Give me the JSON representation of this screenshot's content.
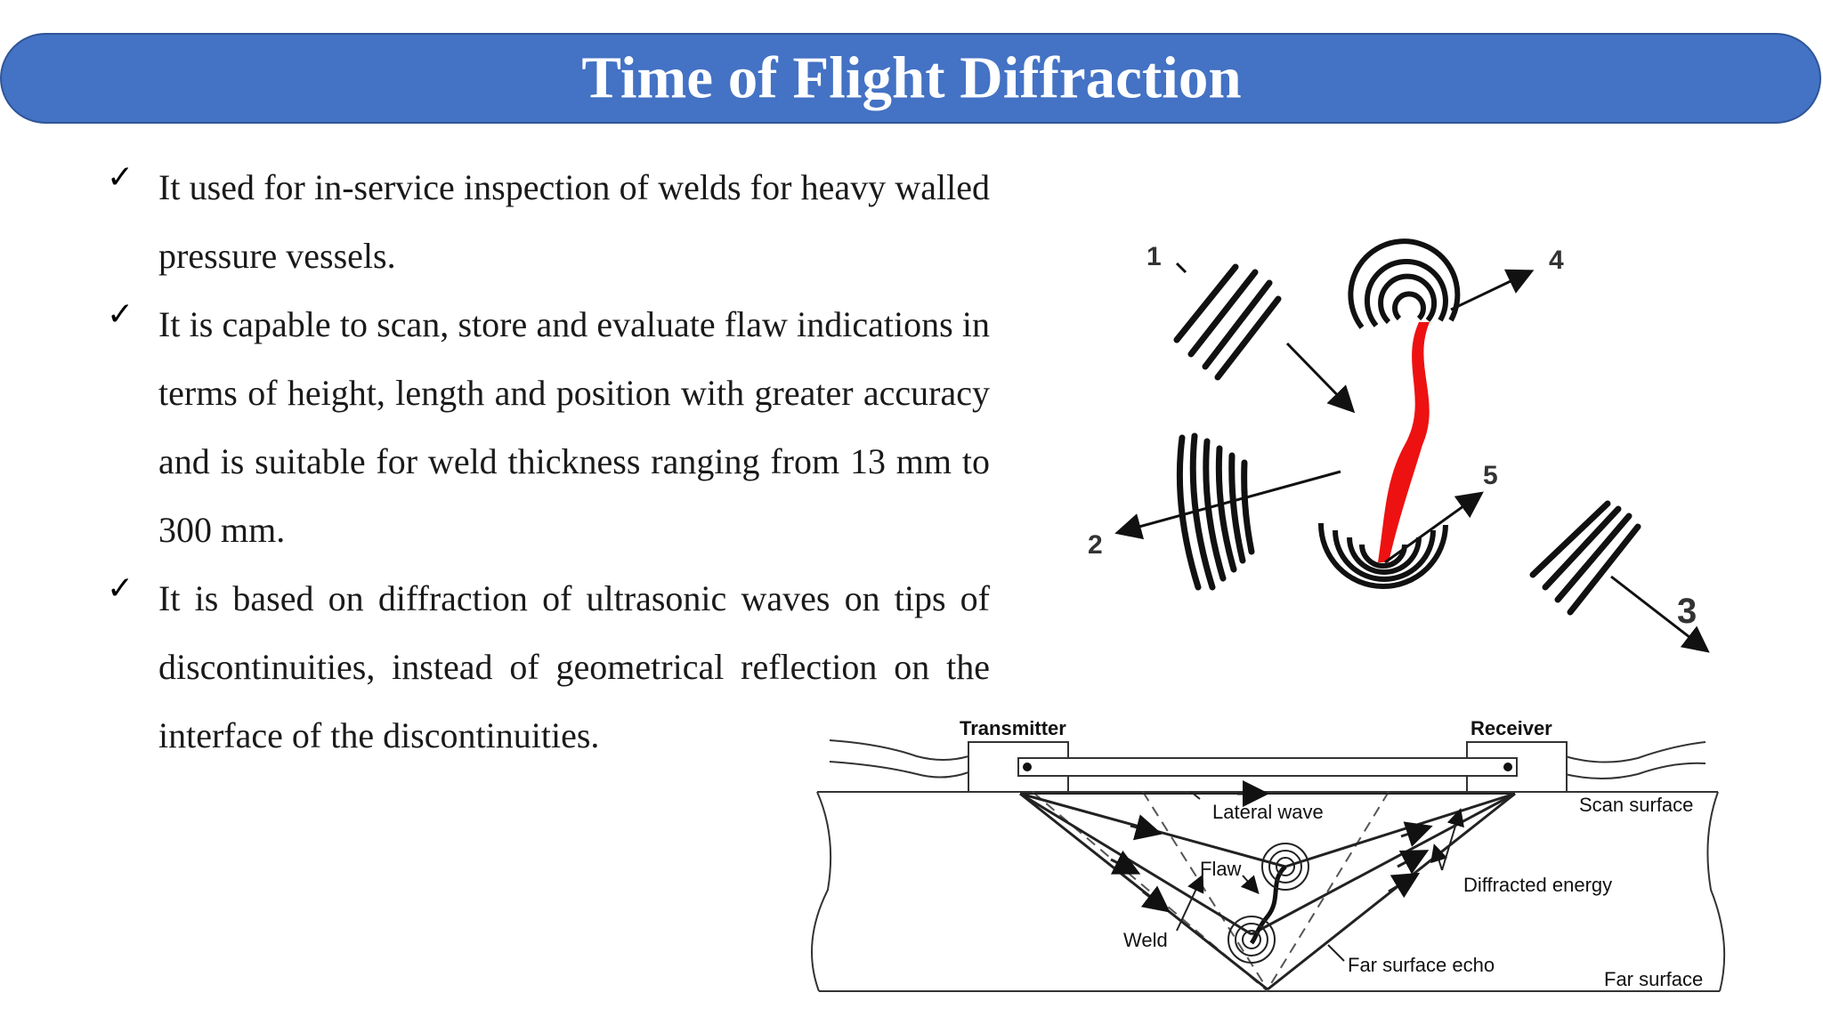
{
  "slide": {
    "title": "Time of Flight Diffraction",
    "bullets": [
      "It used for in-service inspection of welds for heavy walled pressure vessels.",
      "It is capable to scan, store and evaluate flaw indications in terms of height, length and position with greater accuracy and is suitable for weld thickness ranging from 13 mm to 300 mm.",
      "It is based on diffraction of ultrasonic waves on tips of discontinuities, instead of geometrical reflection on the interface of the discontinuities."
    ],
    "check_symbol": "✓"
  },
  "wave_diagram": {
    "labels": [
      "1",
      "2",
      "3",
      "4",
      "5"
    ],
    "crack_color": "#ee1111"
  },
  "tofd_diagram": {
    "transmitter": "Transmitter",
    "receiver": "Receiver",
    "scan_surface": "Scan surface",
    "lateral_wave": "Lateral wave",
    "flaw": "Flaw",
    "diffracted_energy": "Diffracted energy",
    "weld": "Weld",
    "far_surface_echo": "Far surface echo",
    "far_surface": "Far surface"
  },
  "colors": {
    "title_bar": "#4472c4",
    "title_text": "#ffffff"
  }
}
